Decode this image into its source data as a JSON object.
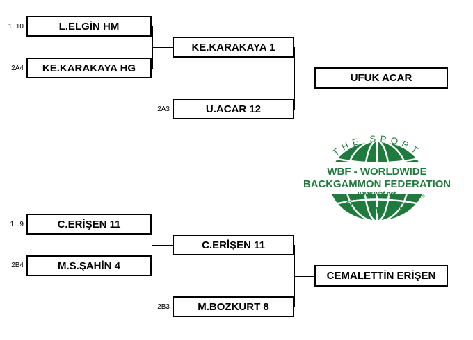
{
  "bracket_top": {
    "r1": [
      {
        "seed": "1..10",
        "label": "L.ELGİN  HM"
      },
      {
        "seed": "2A4",
        "label": "KE.KARAKAYA  HG"
      }
    ],
    "r2": [
      {
        "seed": "",
        "label": "KE.KARAKAYA  1"
      },
      {
        "seed": "2A3",
        "label": "U.ACAR  12"
      }
    ],
    "r3": {
      "label": "UFUK ACAR"
    }
  },
  "bracket_bottom": {
    "r1": [
      {
        "seed": "1...9",
        "label": "C.ERİŞEN  11"
      },
      {
        "seed": "2B4",
        "label": "M.S.ŞAHİN  4"
      }
    ],
    "r2": [
      {
        "seed": "",
        "label": "C.ERİŞEN  11"
      },
      {
        "seed": "2B3",
        "label": "M.BOZKURT  8"
      }
    ],
    "r3": {
      "label": "CEMALETTİN ERİŞEN"
    }
  },
  "logo": {
    "arc_top": "THE SPORT",
    "arc_bottom": "OF MIND",
    "line1": "WBF - WORLDWIDE",
    "line2": "BACKGAMMON FEDERATION",
    "url": "www.wbf.net",
    "mark": "®",
    "color": "#1f7a3e"
  }
}
